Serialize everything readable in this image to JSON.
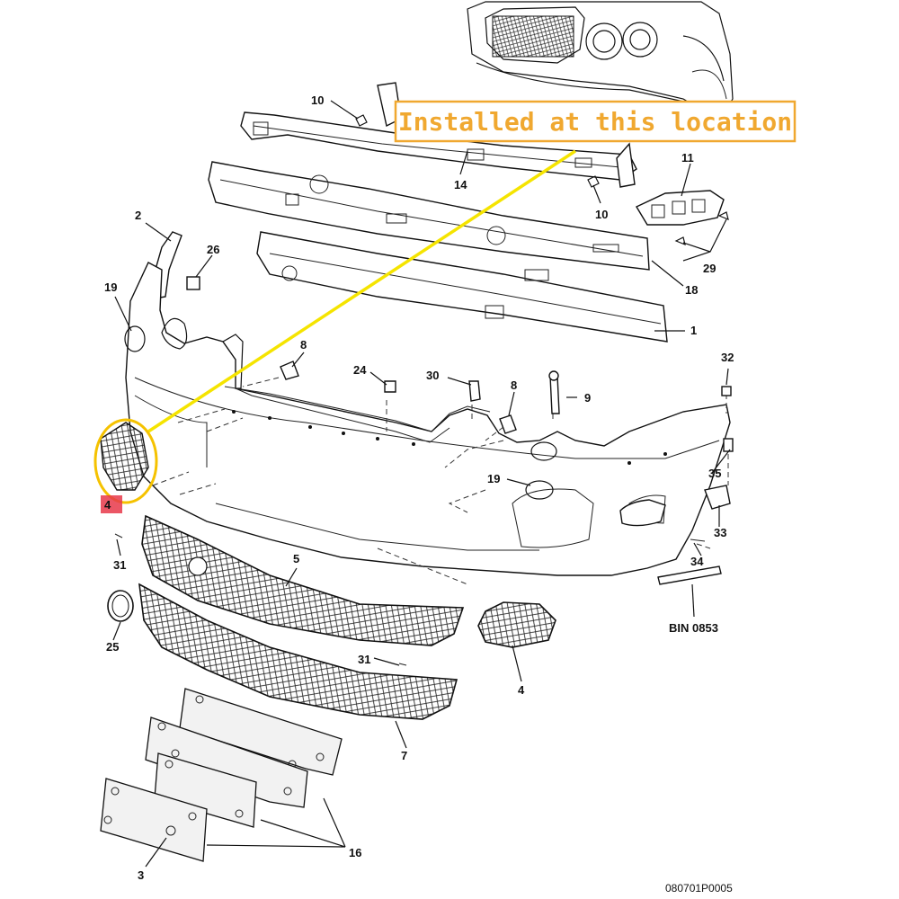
{
  "callout": {
    "text": "Installed at this location",
    "border_color": "#f0a830",
    "text_color": "#f0a830",
    "pointer_color": "#f5e400",
    "highlight_color": "#f5c200"
  },
  "highlight_marker": {
    "text": "4",
    "color": "#e8384a"
  },
  "part_labels": {
    "p10a": "10",
    "p14": "14",
    "p11": "11",
    "p10b": "10",
    "p2": "2",
    "p26": "26",
    "p29": "29",
    "p18": "18",
    "p19a": "19",
    "p1": "1",
    "p8a": "8",
    "p32": "32",
    "p24": "24",
    "p30": "30",
    "p8b": "8",
    "p9": "9",
    "p19b": "19",
    "p35": "35",
    "p33": "33",
    "p34": "34",
    "p31a": "31",
    "p5": "5",
    "p25": "25",
    "p31b": "31",
    "p4": "4",
    "p7": "7",
    "p16": "16",
    "p3": "3"
  },
  "bin_code": "BIN 0853",
  "diagram_code": "080701P0005"
}
